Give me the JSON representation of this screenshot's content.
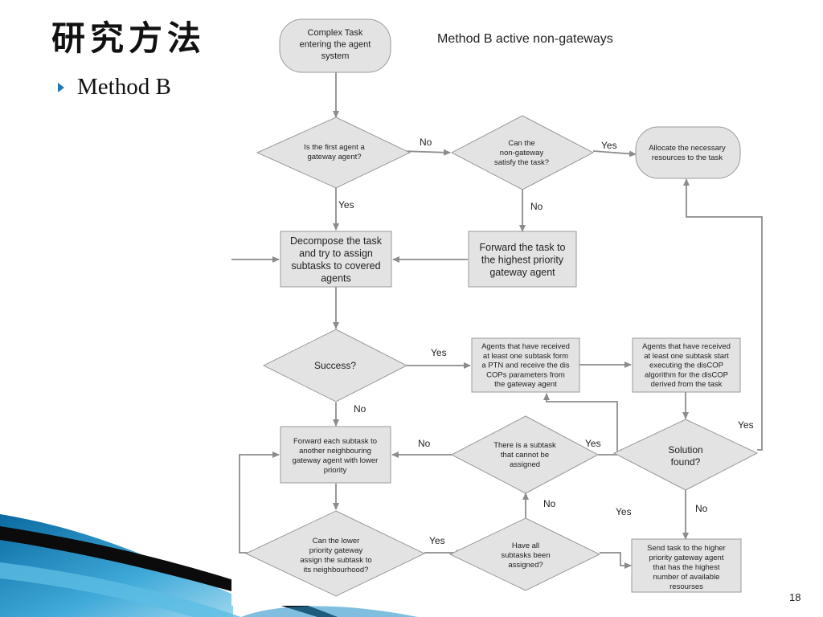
{
  "slide": {
    "title": "研究方法",
    "bullet": "Method B",
    "page_number": "18"
  },
  "diagram": {
    "title": "Method B active non-gateways",
    "nodes": {
      "start": [
        "Complex Task",
        "entering the agent",
        "system"
      ],
      "first_gateway": [
        "Is the first agent a",
        "gateway agent?"
      ],
      "nongateway": [
        "Can the",
        "non-gateway",
        "satisfy the task?"
      ],
      "allocate": [
        "Allocate the necessary",
        "resources to the task"
      ],
      "decompose": [
        "Decompose the task",
        "and try to assign",
        "subtasks to covered",
        "agents"
      ],
      "forward_priority": [
        "Forward the task to",
        "the highest priority",
        "gateway agent"
      ],
      "success": [
        "Success?"
      ],
      "ptn": [
        "Agents that have received",
        "at least one subtask form",
        "a PTN and receive the dis",
        "COPs parameters from",
        "the gateway agent"
      ],
      "dis_cop": [
        "Agents that have received",
        "at least one subtask start",
        "executing the disCOP",
        "algorithm for the disCOP",
        "derived from the task"
      ],
      "forward_each": [
        "Forward each subtask to",
        "another neighbouring",
        "gateway agent with lower",
        "priority"
      ],
      "unassigned": [
        "There is a subtask",
        "that cannot be",
        "assigned"
      ],
      "solution": [
        "Solution",
        "found?"
      ],
      "lower_priority": [
        "Can the lower",
        "priority gateway",
        "assign the subtask to",
        "its neighbourhood?"
      ],
      "all_assigned": [
        "Have all",
        "subtasks been",
        "assigned?"
      ],
      "send_higher": [
        "Send task to the higher",
        "priority gateway agent",
        "that has the highest",
        "number of available",
        "resourses"
      ]
    },
    "edge_labels": {
      "no1": "No",
      "yes1": "Yes",
      "yes2": "Yes",
      "no2": "No",
      "yes3": "Yes",
      "no3": "No",
      "no4": "No",
      "yes4": "Yes",
      "no5": "No",
      "yes5": "Yes",
      "yes6": "Yes",
      "no6": "No",
      "yes7": "Yes"
    },
    "colors": {
      "fill": "#e3e3e3",
      "stroke": "#9a9a9a",
      "arrow": "#8c8c8c",
      "accent": "#1f78b4"
    }
  }
}
